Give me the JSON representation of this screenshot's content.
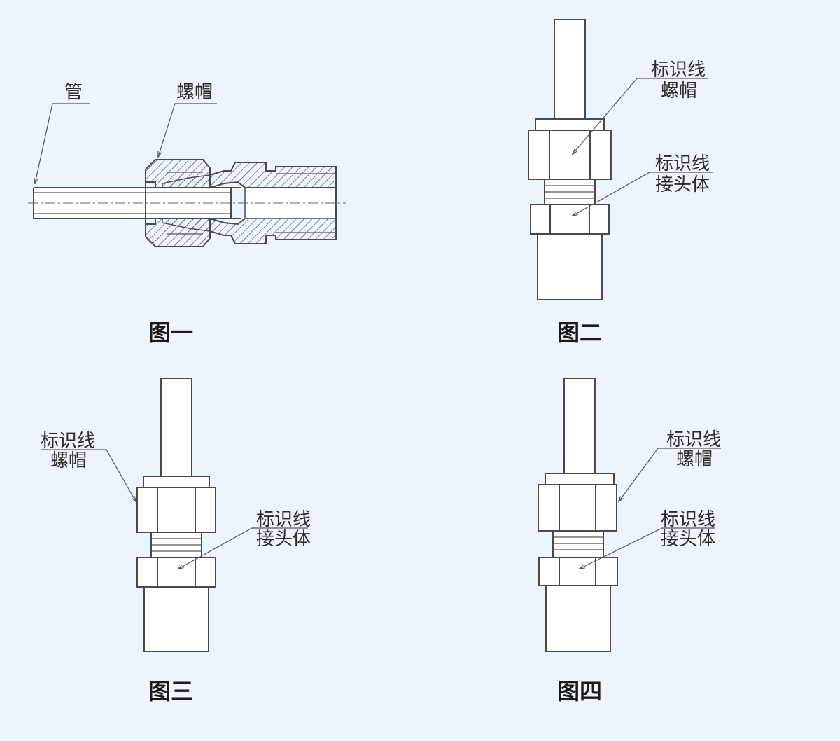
{
  "figures": {
    "fig1": {
      "caption": "图一",
      "label_tube": "管",
      "label_nut": "螺帽"
    },
    "fig2": {
      "caption": "图二",
      "nut_label_line1": "标识线",
      "nut_label_line2": "螺帽",
      "body_label_line1": "标识线",
      "body_label_line2": "接头体"
    },
    "fig3": {
      "caption": "图三",
      "nut_label_line1": "标识线",
      "nut_label_line2": "螺帽",
      "body_label_line1": "标识线",
      "body_label_line2": "接头体"
    },
    "fig4": {
      "caption": "图四",
      "nut_label_line1": "标识线",
      "nut_label_line2": "螺帽",
      "body_label_line1": "标识线",
      "body_label_line2": "接头体"
    }
  },
  "colors": {
    "background": "#eef4fb",
    "line": "#4a4a4a",
    "part_fill": "#ffffff"
  }
}
